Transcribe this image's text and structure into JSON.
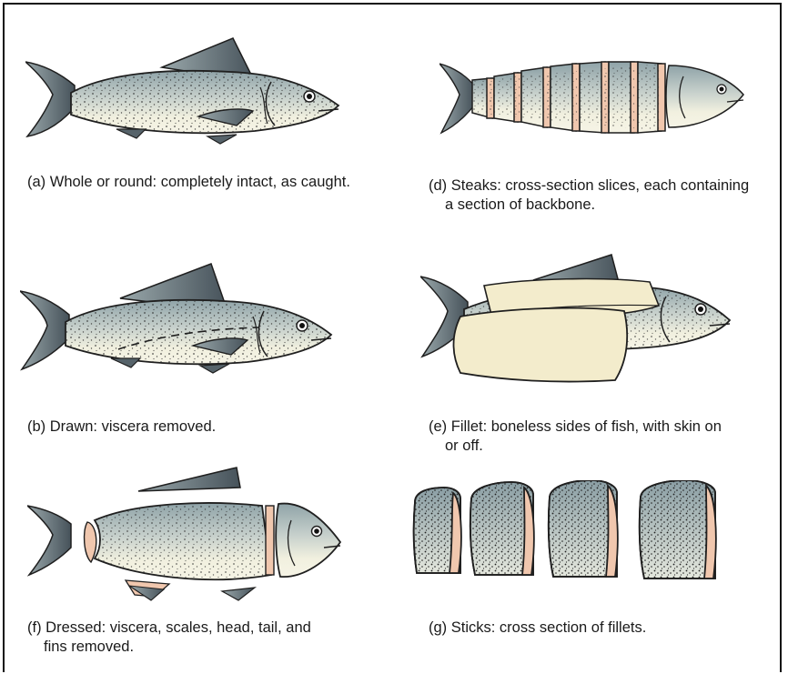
{
  "captions": {
    "a": "(a) Whole or round: completely intact,  as caught.",
    "d1": "(d) Steaks: cross-section slices, each containing",
    "d2": "a section of backbone.",
    "b": "(b) Drawn: viscera removed.",
    "e1": "(e) Fillet: boneless sides of fish, with skin on",
    "e2": "or off.",
    "f1": "(f) Dressed: viscera, scales, head, tail, and",
    "f2": "fins removed.",
    "g": "(g) Sticks: cross section of fillets."
  },
  "colors": {
    "body_light": "#f1f0df",
    "body_dark": "#9fb1b5",
    "fin": "#4e5b60",
    "flesh": "#f0c7ae",
    "outline": "#1f1f1f"
  }
}
